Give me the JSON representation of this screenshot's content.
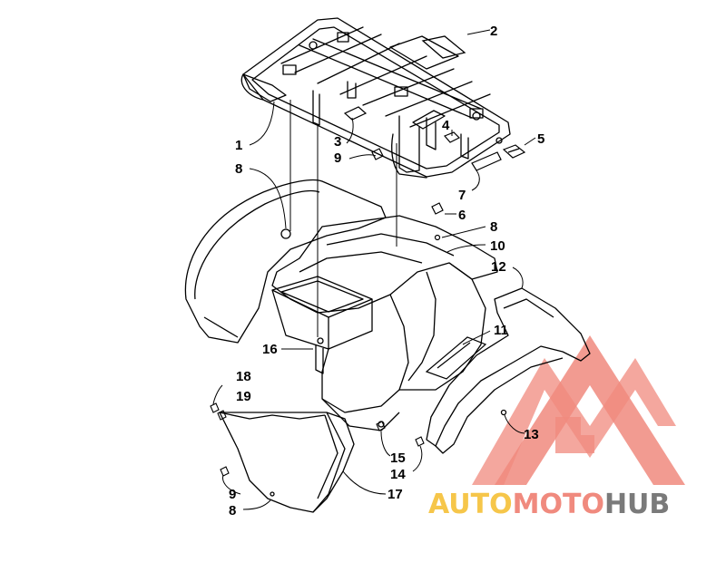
{
  "callouts": [
    {
      "id": "c1",
      "label": "1"
    },
    {
      "id": "c2",
      "label": "2"
    },
    {
      "id": "c3",
      "label": "3"
    },
    {
      "id": "c4",
      "label": "4"
    },
    {
      "id": "c5",
      "label": "5"
    },
    {
      "id": "c6",
      "label": "6"
    },
    {
      "id": "c7",
      "label": "7"
    },
    {
      "id": "c8a",
      "label": "8"
    },
    {
      "id": "c8b",
      "label": "8"
    },
    {
      "id": "c8c",
      "label": "8"
    },
    {
      "id": "c9a",
      "label": "9"
    },
    {
      "id": "c9b",
      "label": "9"
    },
    {
      "id": "c10",
      "label": "10"
    },
    {
      "id": "c11",
      "label": "11"
    },
    {
      "id": "c12",
      "label": "12"
    },
    {
      "id": "c13",
      "label": "13"
    },
    {
      "id": "c14",
      "label": "14"
    },
    {
      "id": "c15",
      "label": "15"
    },
    {
      "id": "c16",
      "label": "16"
    },
    {
      "id": "c17",
      "label": "17"
    },
    {
      "id": "c18",
      "label": "18"
    },
    {
      "id": "c19",
      "label": "19"
    }
  ],
  "watermark": {
    "part1": "AUTO",
    "part2": "MOTO",
    "part3": "HUB",
    "color_yellow": "#f6c64a",
    "color_red": "#f08a7e",
    "color_gray": "#7a7a7a"
  }
}
